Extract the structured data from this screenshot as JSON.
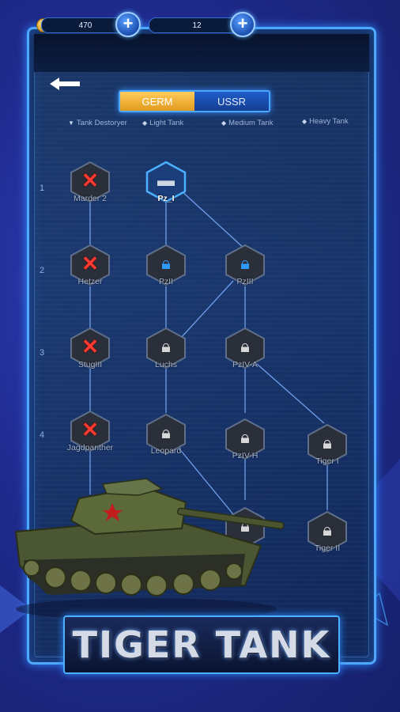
{
  "resources": {
    "gold": "470",
    "gold_icon": "$",
    "cards": "12"
  },
  "tabs": [
    {
      "label": "GERM",
      "active": true
    },
    {
      "label": "USSR",
      "active": false
    }
  ],
  "legend": [
    {
      "symbol": "▼",
      "label": "Tank Destoryer"
    },
    {
      "symbol": "◆",
      "label": "Light Tank"
    },
    {
      "symbol": "◆",
      "label": "Medium Tank"
    },
    {
      "symbol": "◆",
      "label": "Heavy Tank"
    }
  ],
  "rows": [
    "1",
    "2",
    "3",
    "4"
  ],
  "nodes": {
    "marder2": {
      "label": "Marder 2",
      "state": "locked-red"
    },
    "pz1": {
      "label": "Pz_I",
      "state": "active"
    },
    "hetzer": {
      "label": "Hetzer",
      "state": "locked-red"
    },
    "pz2": {
      "label": "PzII",
      "state": "locked-blue"
    },
    "pz3": {
      "label": "PzIII",
      "state": "locked-blue"
    },
    "stug3": {
      "label": "StugIII",
      "state": "locked-red"
    },
    "luchs": {
      "label": "Luchs",
      "state": "locked-grey"
    },
    "pz4a": {
      "label": "PzIV-A",
      "state": "locked-grey"
    },
    "jagdpanther": {
      "label": "Jagdpanther",
      "state": "locked-red"
    },
    "leopard": {
      "label": "Leopard",
      "state": "locked-grey"
    },
    "pz4h": {
      "label": "PzIV-H",
      "state": "locked-grey"
    },
    "tiger1": {
      "label": "Tiger I",
      "state": "locked-grey"
    },
    "tiger2": {
      "label": "Tiger II",
      "state": "locked-grey"
    }
  },
  "logo_text": "TIGER TANK",
  "colors": {
    "accent": "#4aa8ff",
    "tab_active": "#f0b232",
    "lock_red": "#ff3b30",
    "lock_blue": "#2f9bff"
  },
  "icons": {
    "back": "back-arrow-icon",
    "plus": "plus-icon",
    "coin": "coin-icon",
    "card": "card-icon"
  }
}
